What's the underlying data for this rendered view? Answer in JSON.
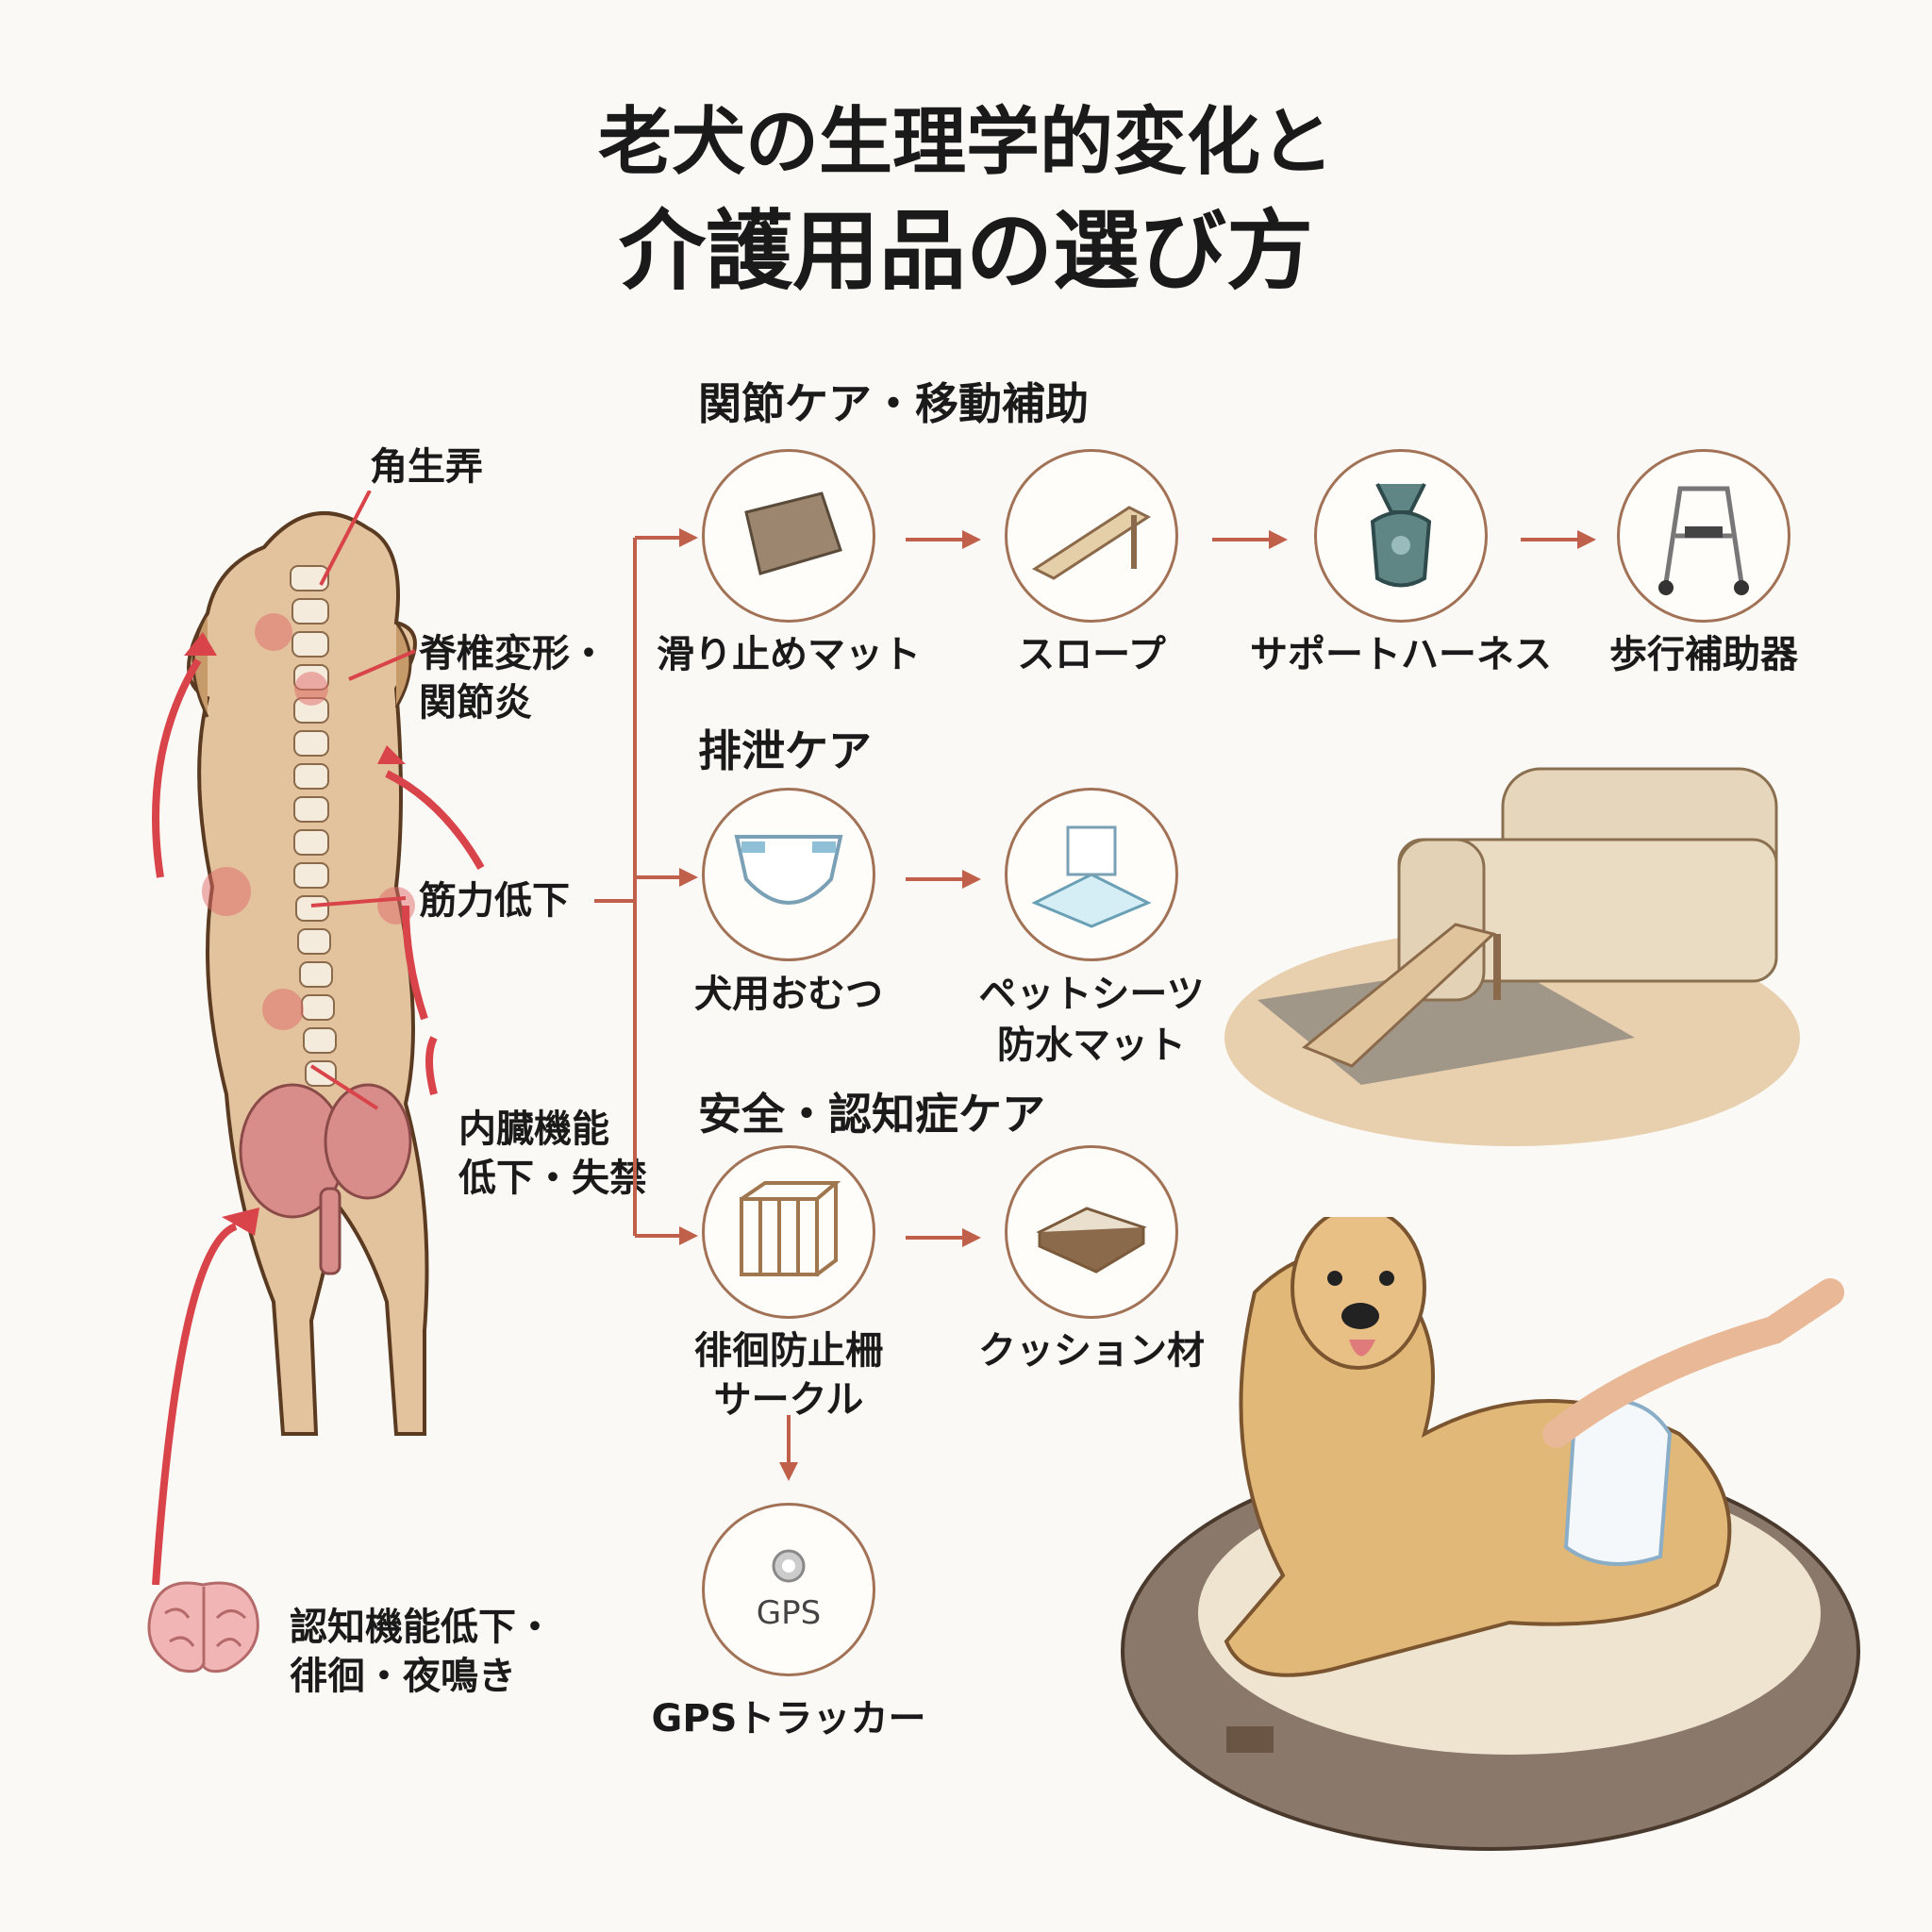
{
  "title": {
    "line1": "老犬の生理学的変化と",
    "line2": "介護用品の選び方"
  },
  "changes": {
    "senses": "角生弄",
    "spine": [
      "脊椎変形・",
      "関節炎"
    ],
    "muscle": "筋力低下",
    "organs": [
      "内臓機能",
      "低下・失禁"
    ],
    "cognition": [
      "認知機能低下・",
      "徘徊・夜鳴き"
    ]
  },
  "sections": [
    {
      "heading": "関節ケア・移動補助",
      "items": [
        {
          "label": "滑り止めマット",
          "icon": "non-slip-mat-icon"
        },
        {
          "label": "スロープ",
          "icon": "ramp-icon"
        },
        {
          "label": "サポートハーネス",
          "icon": "harness-icon"
        },
        {
          "label": "歩行補助器",
          "icon": "walker-icon"
        }
      ]
    },
    {
      "heading": "排泄ケア",
      "items": [
        {
          "label": "犬用おむつ",
          "icon": "diaper-icon"
        },
        {
          "label": [
            "ペットシーツ",
            "防水マット"
          ],
          "icon": "pet-sheet-icon"
        }
      ]
    },
    {
      "heading": "安全・認知症ケア",
      "items": [
        {
          "label": [
            "徘徊防止柵",
            "サークル"
          ],
          "icon": "playpen-icon"
        },
        {
          "label": "クッション材",
          "icon": "cushion-icon"
        },
        {
          "label": "GPSトラッカー",
          "icon": "gps-icon",
          "icon_text": "GPS"
        }
      ]
    }
  ],
  "colors": {
    "accent": "#c0604a",
    "arrow": "#d9434a",
    "circle_border": "#a27256"
  }
}
